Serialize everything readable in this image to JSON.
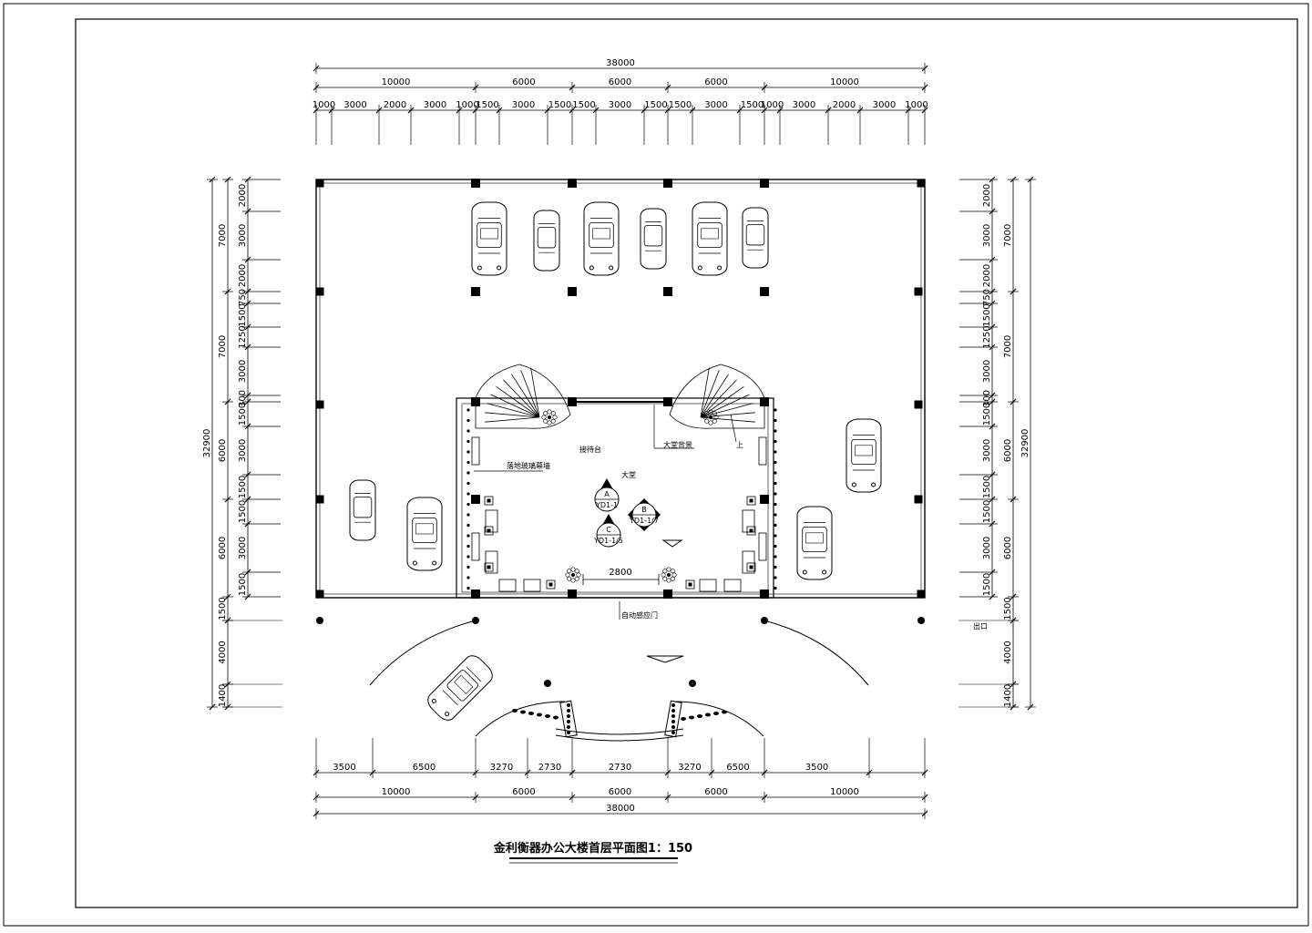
{
  "drawing": {
    "title": "金利衡器办公大楼首层平面图1：150",
    "top_dims": {
      "total": "38000",
      "tier1": [
        "10000",
        "6000",
        "6000",
        "6000",
        "10000"
      ],
      "tier2": [
        "1000",
        "3000",
        "2000",
        "3000",
        "1000",
        "1500",
        "3000",
        "1500",
        "1500",
        "3000",
        "1500",
        "1500",
        "3000",
        "1500",
        "1000",
        "3000",
        "2000",
        "3000",
        "1000"
      ]
    },
    "bottom_dims": {
      "tier1": [
        "3500",
        "6500",
        "3270",
        "2730",
        "2730",
        "3270",
        "6500",
        "3500"
      ],
      "tier2": [
        "10000",
        "6000",
        "6000",
        "6000",
        "10000"
      ],
      "total": "38000"
    },
    "left_dims": {
      "total": "32900",
      "tier1": [
        "7000",
        "7000",
        "6000",
        "6000",
        "1500",
        "4000",
        "1400"
      ],
      "tier2": [
        "2000",
        "3000",
        "2000",
        "750",
        "1500",
        "1250",
        "3000",
        "300",
        "1500",
        "3000",
        "1500",
        "1500",
        "3000",
        "1500"
      ]
    },
    "right_dims": {
      "total": "32900",
      "tier1": [
        "7000",
        "7000",
        "6000",
        "6000",
        "1500",
        "4000",
        "1400"
      ],
      "tier2": [
        "2000",
        "3000",
        "2000",
        "750",
        "1500",
        "1250",
        "3000",
        "300",
        "1500",
        "3000",
        "1500",
        "1500",
        "3000",
        "1500"
      ]
    },
    "labels": {
      "reception": "接待台",
      "lobby": "大堂",
      "lobby_wall": "大堂背景",
      "up": "上",
      "glass_wall": "落地玻璃幕墙",
      "auto_door": "自动感应门",
      "entry": "出口",
      "door_width": "2800"
    },
    "callouts": [
      {
        "letter": "A",
        "ref": "YD1-1"
      },
      {
        "letter": "B",
        "ref": "YD1-1/7"
      },
      {
        "letter": "C",
        "ref": "YD1-1/5"
      }
    ]
  }
}
